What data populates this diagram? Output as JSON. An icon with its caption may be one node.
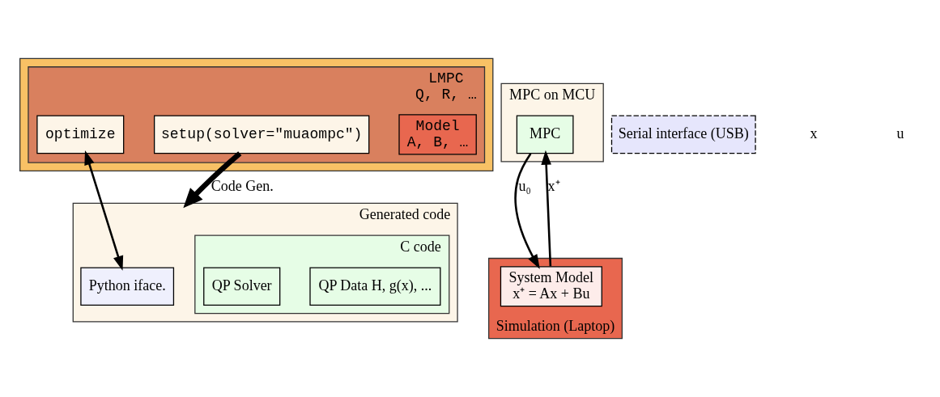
{
  "diagram": {
    "nodes": [
      {
        "text": [],
        "shape": "box"
      },
      {
        "text": [
          "LMPC",
          "Q, R, …"
        ],
        "in": 0
      },
      {
        "text": [
          "Model",
          "A, B, …"
        ],
        "in": 1
      },
      {
        "text": [
          "optimize"
        ],
        "in": 1
      },
      {
        "text": [
          "setup(solver=\"muaompc\")"
        ],
        "in": 1
      },
      {
        "text": [
          "Generated code"
        ]
      },
      {
        "text": [
          "Python iface."
        ],
        "in": 5
      },
      {
        "text": [
          "C code"
        ],
        "in": 5
      },
      {
        "text": [
          "QP Data H, g(x), ..."
        ],
        "in": 7
      },
      {
        "text": [
          "QP Solver"
        ],
        "in": 7
      },
      {
        "text": [
          "MPC on MCU"
        ]
      },
      {
        "text": [
          "MPC"
        ],
        "in": 10
      },
      {
        "text": [
          "Serial interface (USB)"
        ]
      },
      {
        "text": [
          "Simulation (Laptop)"
        ]
      },
      {
        "text": [
          "System Model",
          "x⁺ = Ax + Bu"
        ],
        "in": 13
      }
    ],
    "edges": [
      {
        "from": 3,
        "to": 6,
        "arrow": "both"
      },
      {
        "from": 4,
        "to": 5,
        "arrow": "to",
        "label": "Code Gen.",
        "style": "thick"
      },
      {
        "from": 11,
        "to": 14,
        "arrow": "to",
        "label": "u₀"
      },
      {
        "from": 14,
        "to": 11,
        "arrow": "to",
        "label": "x⁺"
      }
    ],
    "labels": [
      "x",
      "u"
    ]
  }
}
